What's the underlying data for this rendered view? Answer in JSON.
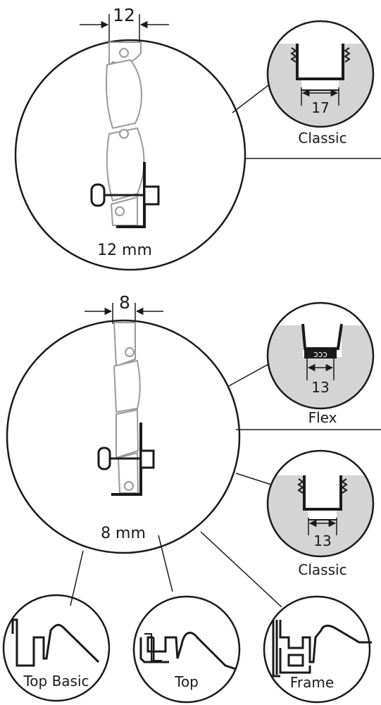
{
  "diagram_title": "",
  "section_12mm": {
    "gap_label": "12",
    "main_label": "12 mm",
    "detail": {
      "width_label": "17",
      "name": "Classic"
    }
  },
  "section_8mm": {
    "gap_label": "8",
    "main_label": "8 mm",
    "detail_flex": {
      "width_label": "13",
      "name": "Flex"
    },
    "detail_classic": {
      "width_label": "13",
      "name": "Classic"
    }
  },
  "bottom_profiles": [
    {
      "name": "Top Basic"
    },
    {
      "name": "Top"
    },
    {
      "name": "Frame"
    }
  ],
  "colors": {
    "line": "#1a1a1a",
    "slat": "#9a9a9a",
    "channel_fill": "#d4d4d4"
  }
}
